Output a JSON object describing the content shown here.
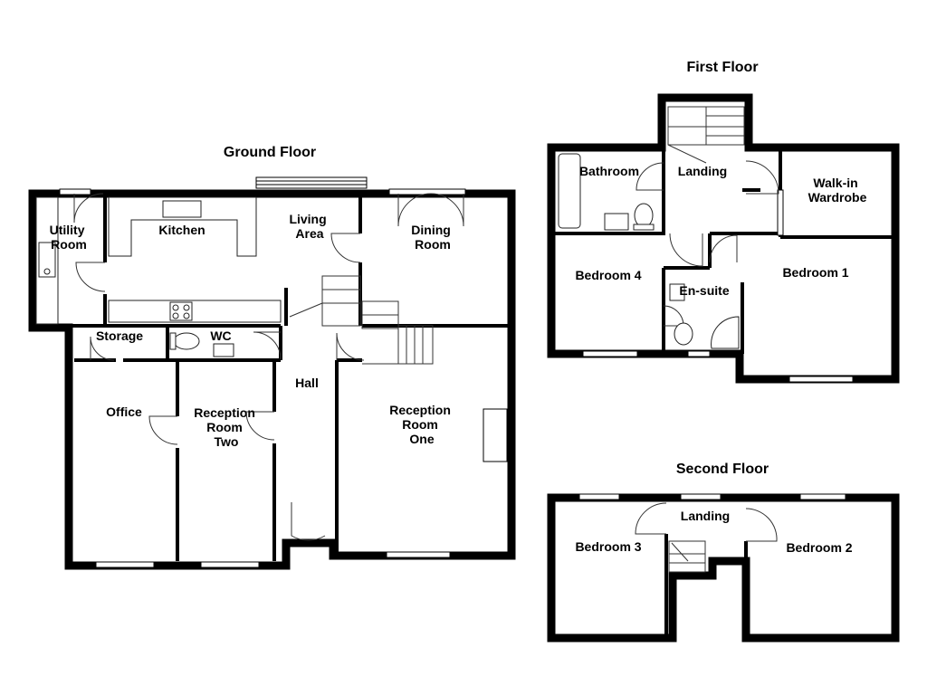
{
  "floors": {
    "ground": {
      "title": "Ground Floor",
      "rooms": {
        "utility": [
          "Utility",
          "Room"
        ],
        "kitchen": [
          "Kitchen"
        ],
        "living": [
          "Living",
          "Area"
        ],
        "dining": [
          "Dining",
          "Room"
        ],
        "storage": [
          "Storage"
        ],
        "wc": [
          "WC"
        ],
        "office": [
          "Office"
        ],
        "reception_two": [
          "Reception",
          "Room",
          "Two"
        ],
        "hall": [
          "Hall"
        ],
        "reception_one": [
          "Reception",
          "Room",
          "One"
        ]
      }
    },
    "first": {
      "title": "First Floor",
      "rooms": {
        "bathroom": [
          "Bathroom"
        ],
        "landing": [
          "Landing"
        ],
        "walkin": [
          "Walk-in",
          "Wardrobe"
        ],
        "bedroom4": [
          "Bedroom 4"
        ],
        "ensuite": [
          "En-suite"
        ],
        "bedroom1": [
          "Bedroom 1"
        ]
      }
    },
    "second": {
      "title": "Second Floor",
      "rooms": {
        "landing": [
          "Landing"
        ],
        "bedroom3": [
          "Bedroom 3"
        ],
        "bedroom2": [
          "Bedroom 2"
        ]
      }
    }
  }
}
